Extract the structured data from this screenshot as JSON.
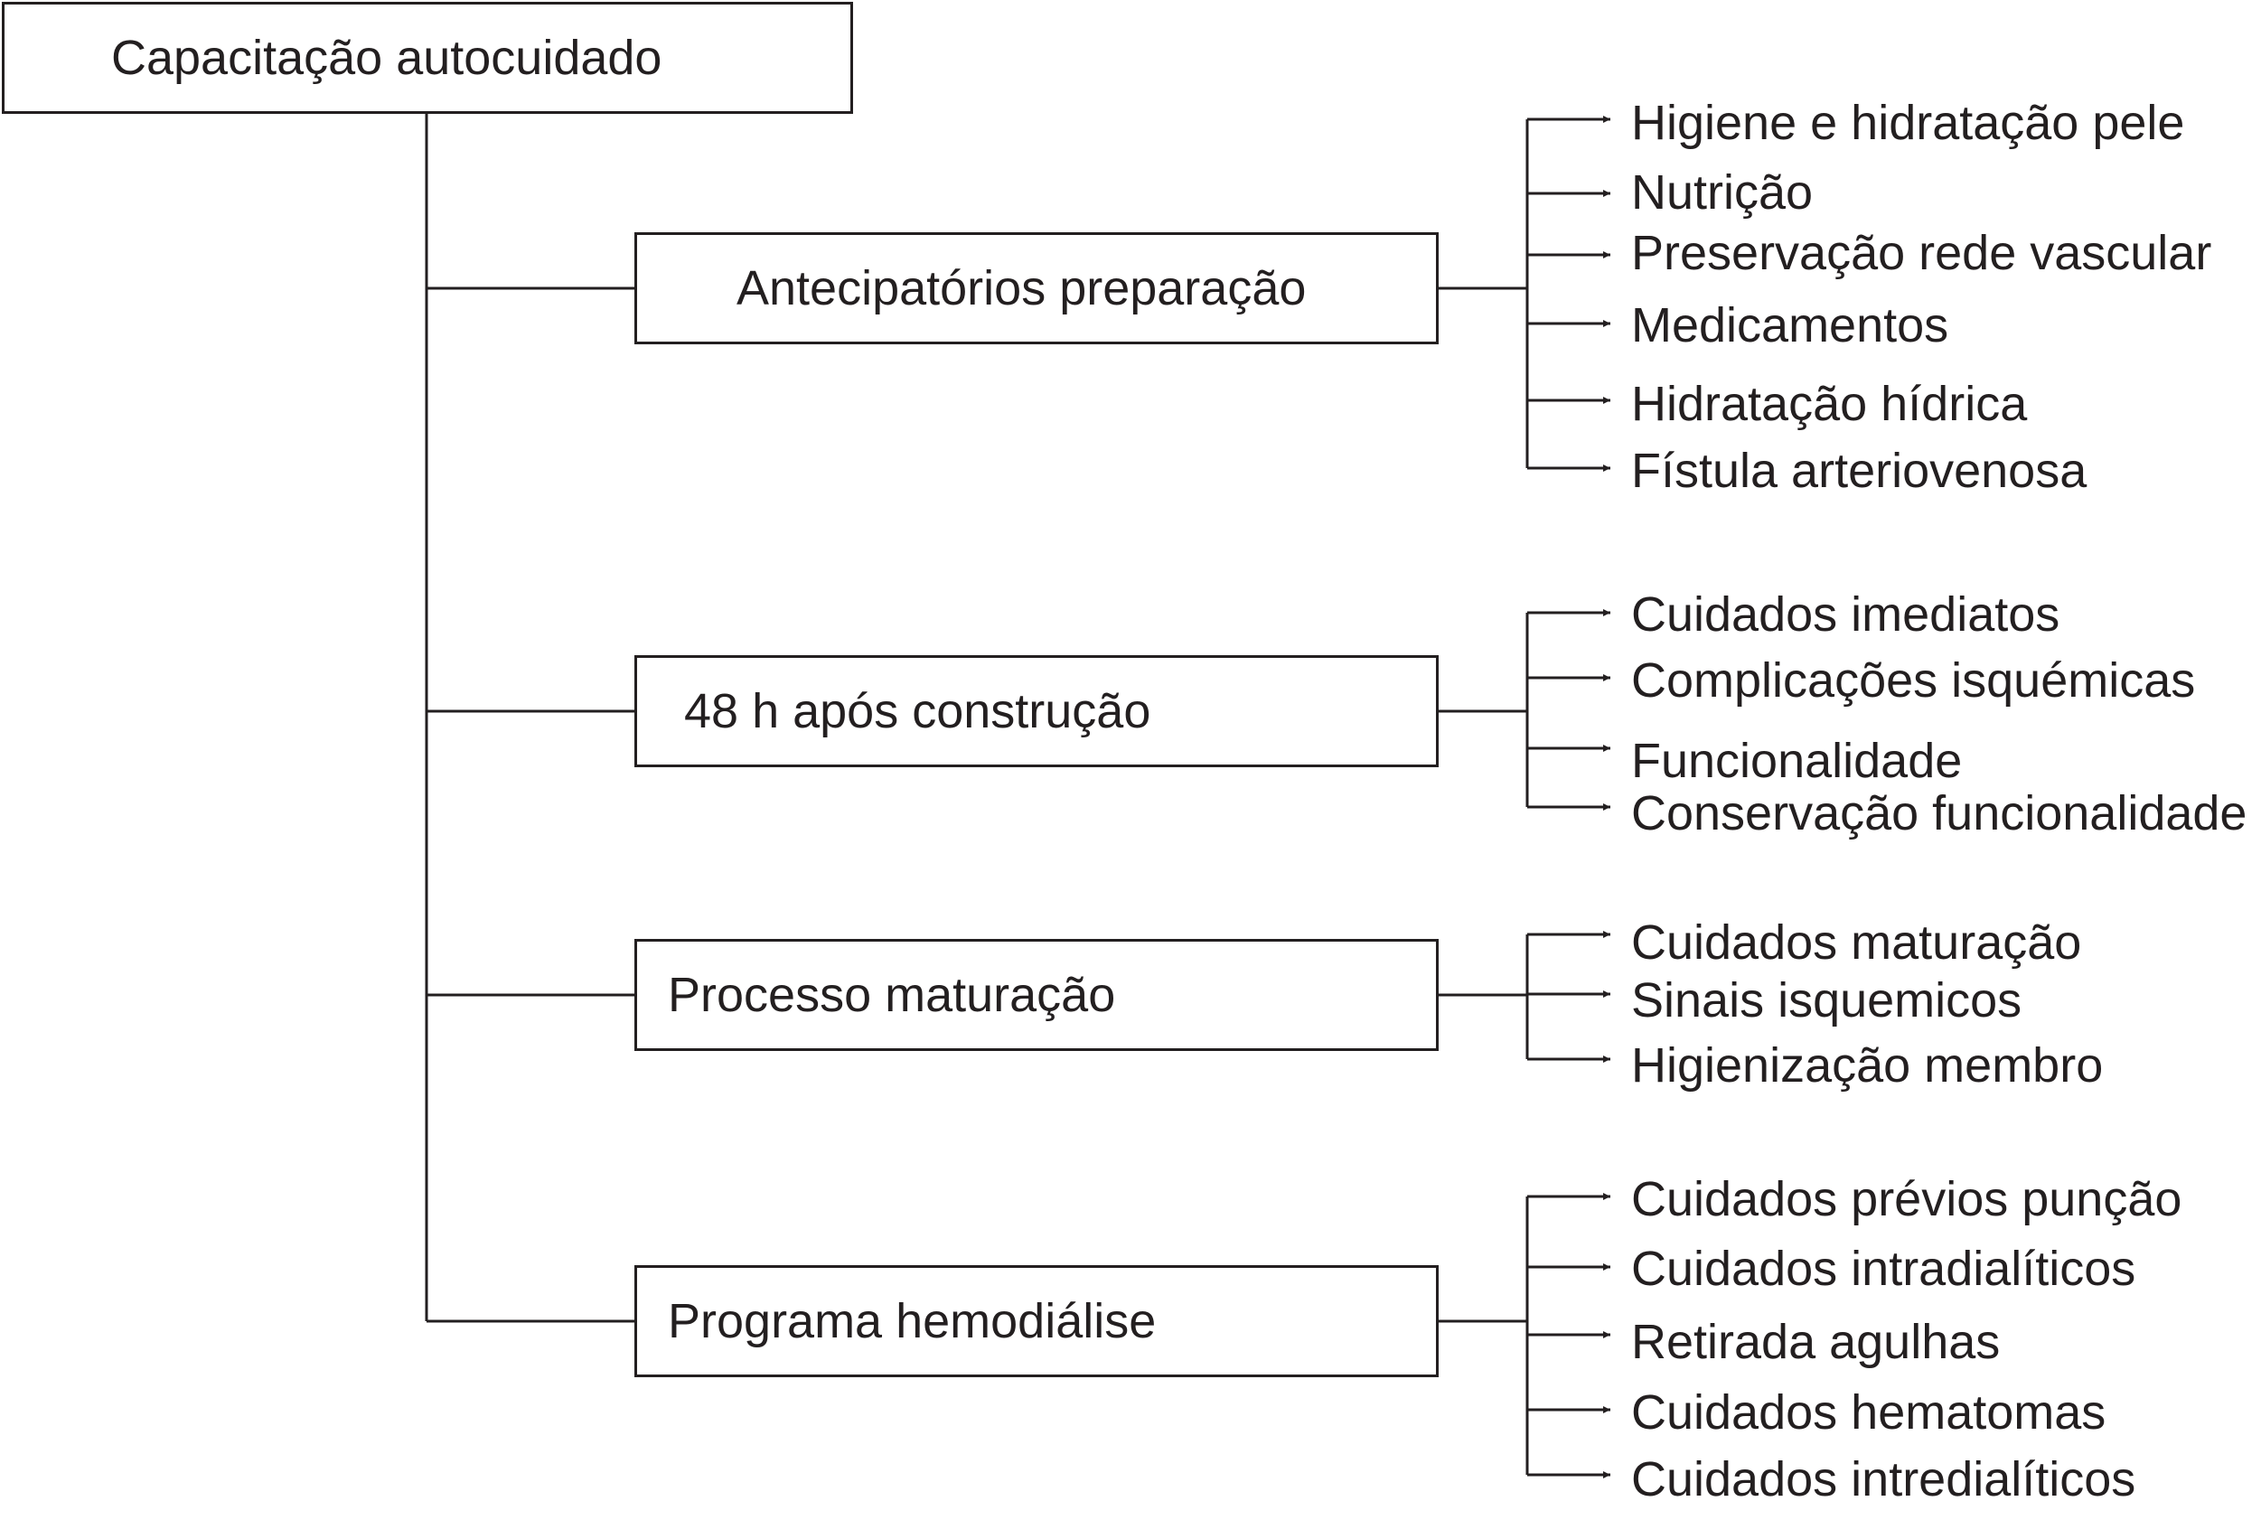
{
  "root": {
    "label": "Capacitação autocuidado"
  },
  "groups": [
    {
      "label": "Antecipatórios preparação",
      "items": [
        "Higiene e hidratação pele",
        "Nutrição",
        "Preservação rede vascular",
        "Medicamentos",
        "Hidratação hídrica",
        "Fístula arteriovenosa"
      ]
    },
    {
      "label": "48 h após construção",
      "items": [
        "Cuidados imediatos",
        "Complicações isquémicas",
        "Funcionalidade",
        "Conservação funcionalidade"
      ]
    },
    {
      "label": "Processo maturação",
      "items": [
        "Cuidados maturação",
        "Sinais isquemicos",
        "Higienização membro"
      ]
    },
    {
      "label": "Programa hemodiálise",
      "items": [
        "Cuidados prévios punção",
        "Cuidados intradialíticos",
        "Retirada agulhas",
        "Cuidados hematomas",
        "Cuidados intredialíticos"
      ]
    }
  ]
}
